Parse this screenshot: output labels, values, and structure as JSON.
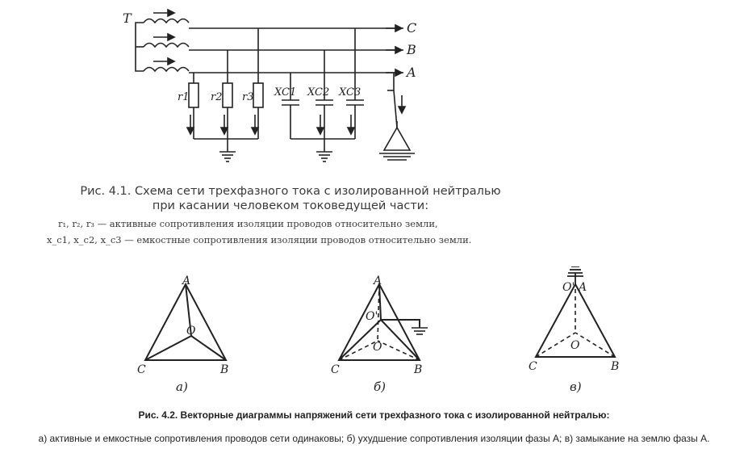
{
  "fig41": {
    "transformer_label": "T",
    "phases": [
      "C",
      "B",
      "A"
    ],
    "resistors": [
      "r1",
      "r2",
      "r3"
    ],
    "capacitors": [
      "XC1",
      "XC2",
      "XC3"
    ],
    "caption_line1": "Рис. 4.1. Схема сети трехфазного тока с изолированной нейтралью",
    "caption_line2": "при касании человеком токоведущей части:",
    "legend_line1": "r₁, r₂, r₃ — активные сопротивления изоляции проводов относительно земли,",
    "legend_line2": "x_c1, x_c2, x_c3 — емкостные сопротивления изоляции проводов относительно земли."
  },
  "fig42": {
    "diagrams": [
      {
        "caption": "а)",
        "labels": [
          "A",
          "C",
          "B",
          "O"
        ]
      },
      {
        "caption": "б)",
        "labels": [
          "A",
          "C",
          "B",
          "O'",
          "O"
        ]
      },
      {
        "caption": "в)",
        "labels": [
          "O'",
          "A",
          "C",
          "B",
          "O"
        ]
      }
    ],
    "title": "Рис. 4.2. Векторные диаграммы напряжений сети трехфазного тока с изолированной нейтралью:",
    "description": "а) активные и емкостные сопротивления проводов сети одинаковы; б) ухудшение сопротивления изоляции фазы А; в) замыкание на землю фазы А."
  }
}
